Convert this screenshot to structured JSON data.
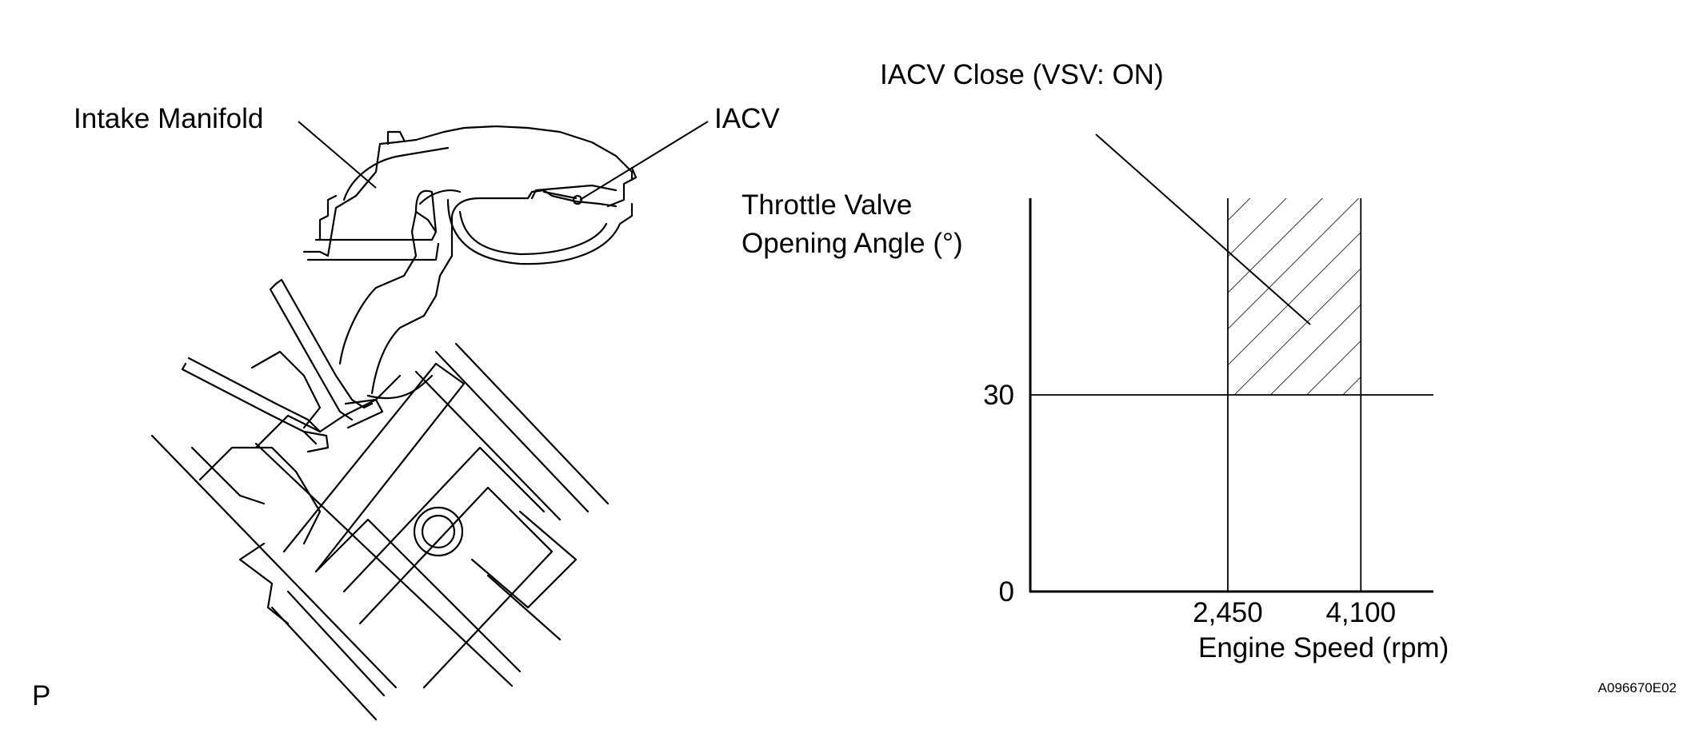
{
  "labels": {
    "intake_manifold": "Intake Manifold",
    "iacv": "IACV",
    "iacv_close": "IACV Close (VSV: ON)",
    "page_letter": "P",
    "figure_code": "A096670E02"
  },
  "chart_data": {
    "type": "area",
    "ylabel_lines": [
      "Throttle Valve",
      "Opening Angle (°)"
    ],
    "xlabel": "Engine Speed (rpm)",
    "y_ticks": [
      {
        "value": 0,
        "label": "0"
      },
      {
        "value": 30,
        "label": "30"
      }
    ],
    "x_ticks": [
      {
        "value": 2450,
        "label": "2,450"
      },
      {
        "value": 4100,
        "label": "4,100"
      }
    ],
    "xlim": [
      0,
      5000
    ],
    "ylim": [
      0,
      60
    ],
    "shaded_region": {
      "x_range": [
        2450,
        4100
      ],
      "y_range": [
        30,
        60
      ],
      "label": "IACV Close (VSV: ON)"
    },
    "threshold_line_y": 30,
    "grid": false
  }
}
